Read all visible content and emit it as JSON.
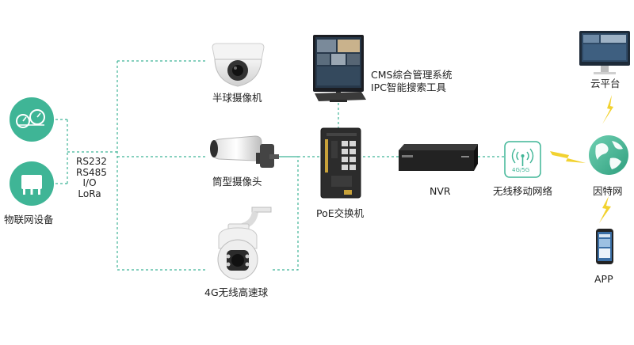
{
  "iot": {
    "label": "物联网设备",
    "protocols": [
      "RS232",
      "RS485",
      "I/O",
      "LoRa"
    ],
    "gauge_icon": "gauge-sensor-icon",
    "io_icon": "io-module-icon"
  },
  "cameras": {
    "dome": "半球摄像机",
    "bullet": "筒型摄像头",
    "ptz": "4G无线高速球"
  },
  "switch": {
    "label": "PoE交换机"
  },
  "monitor": {
    "line1": "CMS综合管理系统",
    "line2": "IPC智能搜索工具"
  },
  "nvr": {
    "label": "NVR"
  },
  "wireless": {
    "label": "无线移动网络",
    "badge": "4G/5G"
  },
  "internet": {
    "label": "因特网"
  },
  "cloud": {
    "label": "云平台"
  },
  "app": {
    "label": "APP"
  },
  "colors": {
    "accent": "#3fb596",
    "link": "#3fb596",
    "lightning": "#f2d230"
  }
}
